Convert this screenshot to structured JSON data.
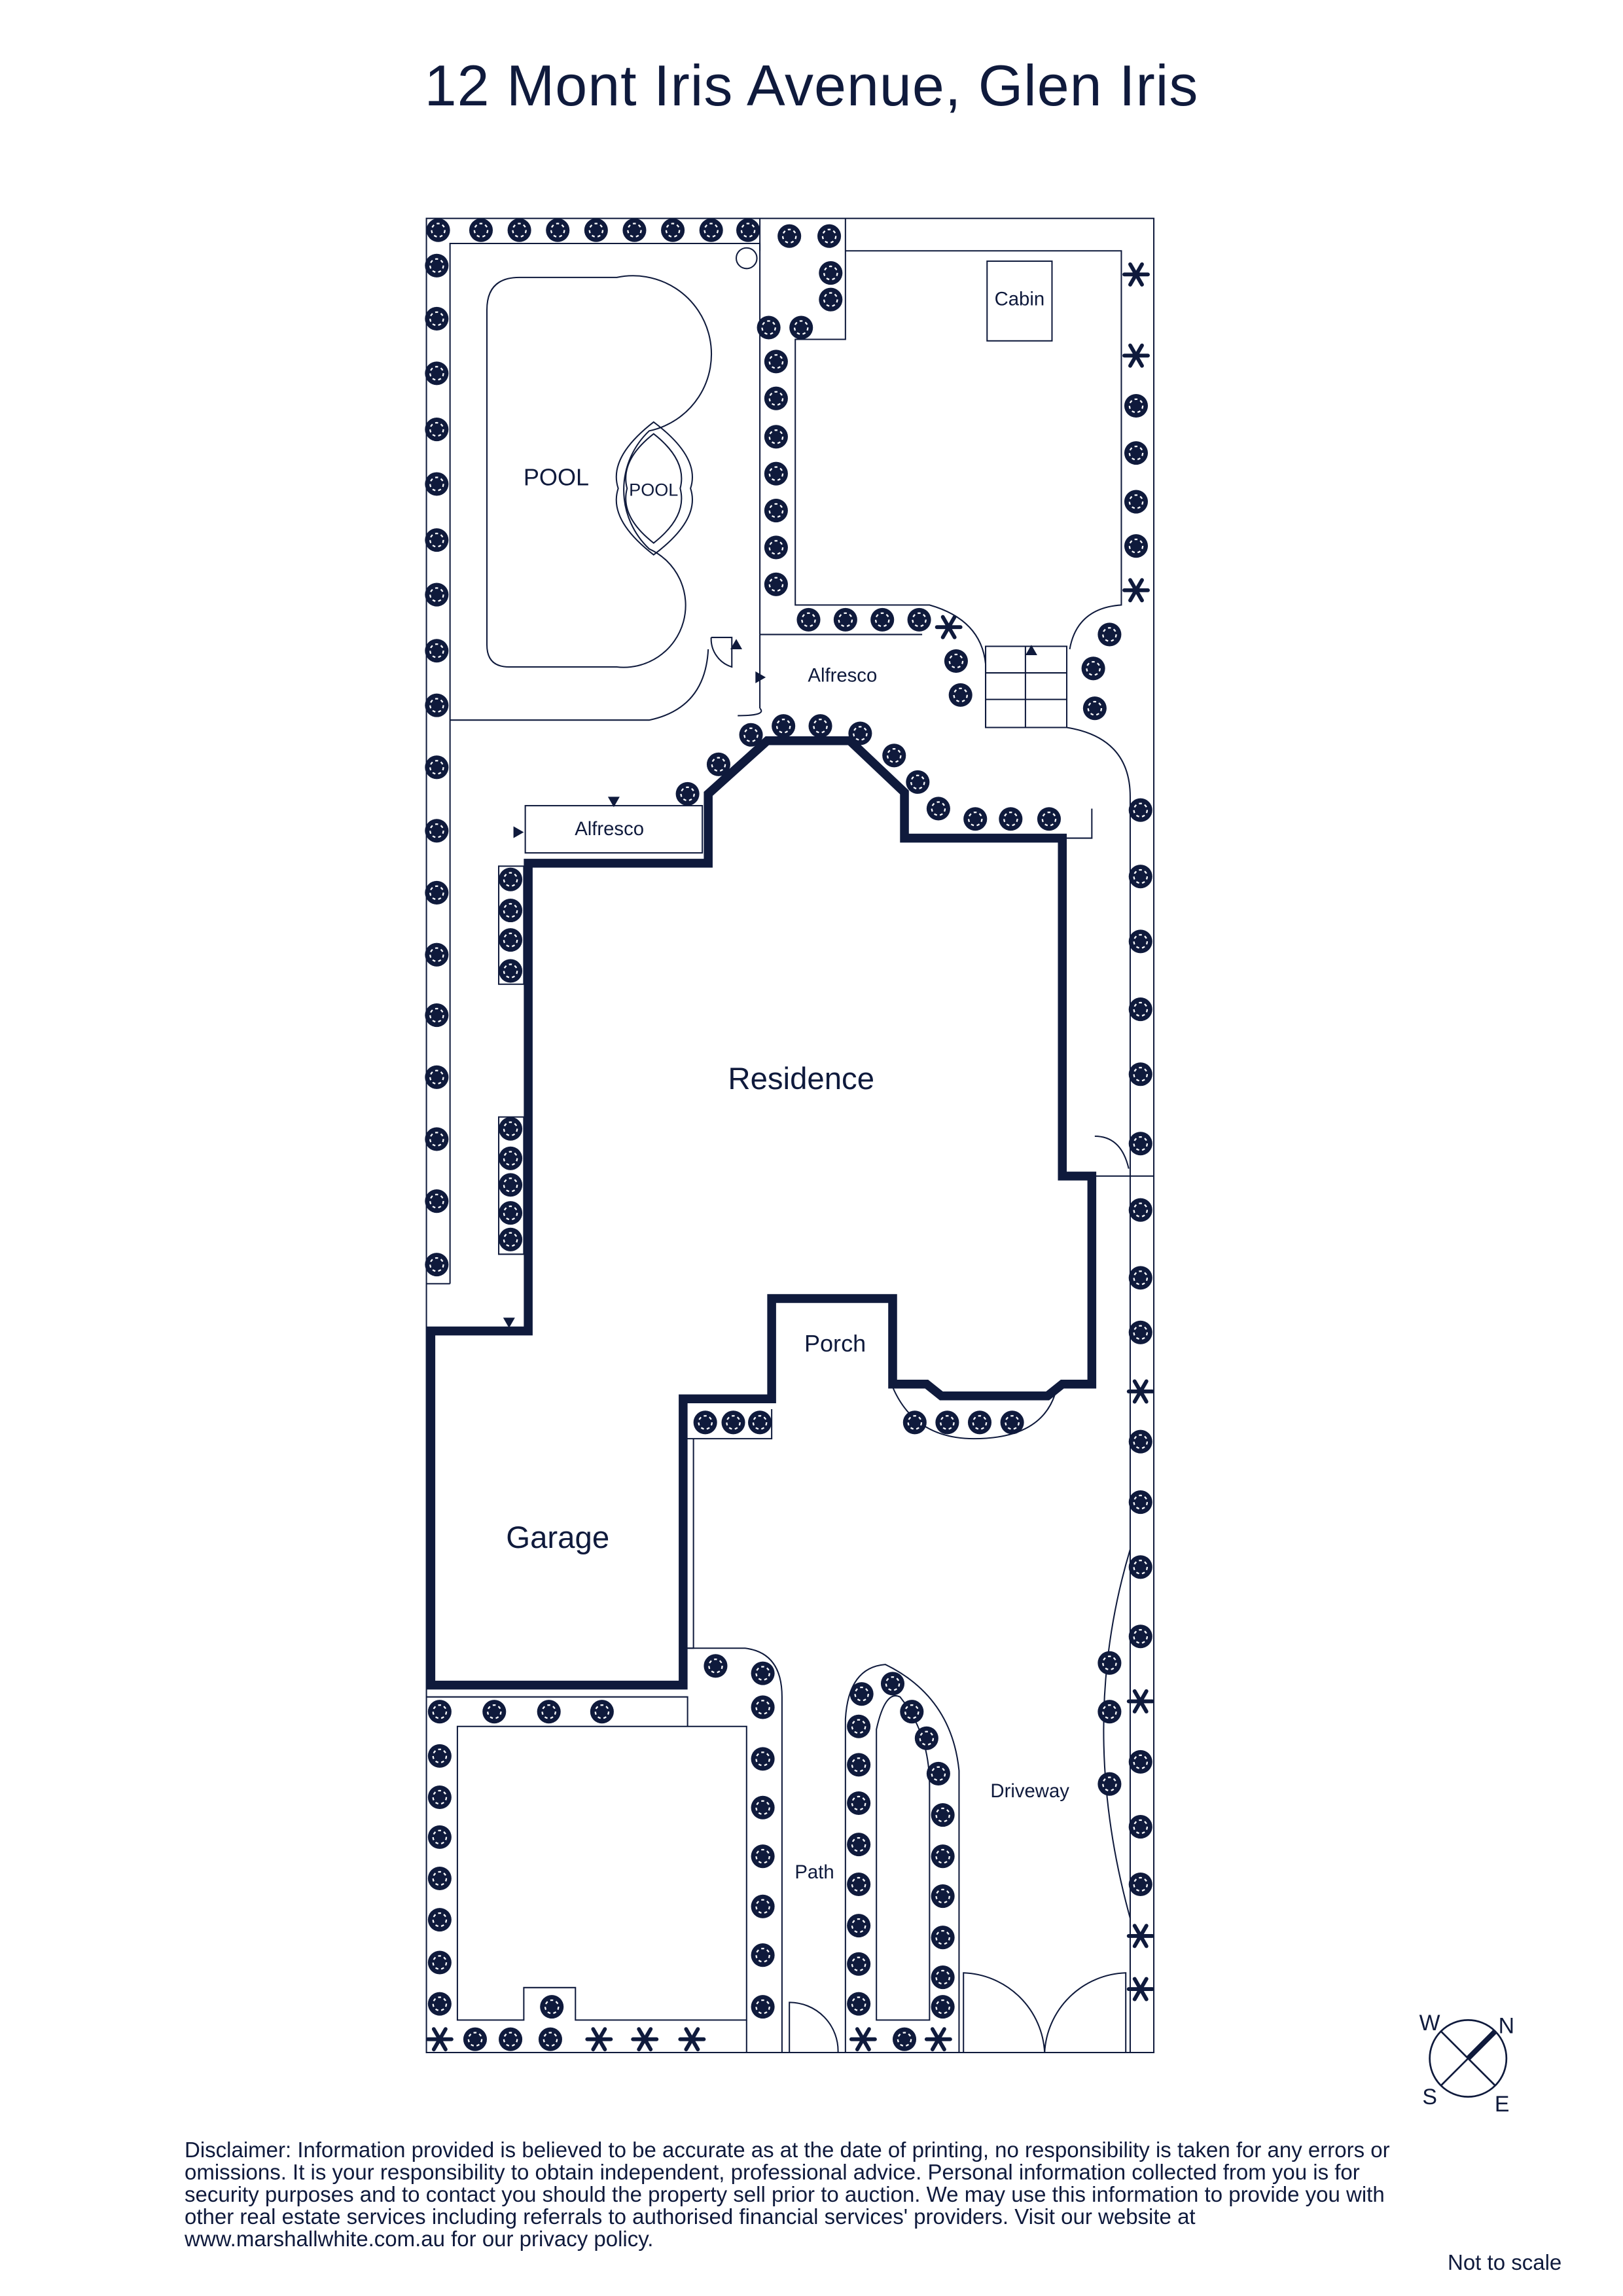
{
  "title": "12 Mont Iris Avenue, Glen Iris",
  "labels": {
    "pool": "POOL",
    "spa": "POOL",
    "cabin": "Cabin",
    "alfresco_rear": "Alfresco",
    "alfresco_side": "Alfresco",
    "residence": "Residence",
    "porch": "Porch",
    "garage": "Garage",
    "driveway": "Driveway",
    "path": "Path"
  },
  "compass": {
    "n": "N",
    "e": "E",
    "s": "S",
    "w": "W"
  },
  "disclaimer": "Disclaimer: Information provided is believed to be accurate as at the date of printing, no responsibility is taken for any errors or omissions. It is your responsibility to obtain independent, professional advice. Personal information collected from you is for security purposes and to contact you should the property sell prior to auction. We may use this information to provide you with other real estate services including referrals to authorised financial services' providers. Visit our website at www.marshallwhite.com.au for our privacy policy.",
  "scale_note": "Not to scale",
  "colors": {
    "ink": "#0f1a3c",
    "background": "#ffffff"
  }
}
